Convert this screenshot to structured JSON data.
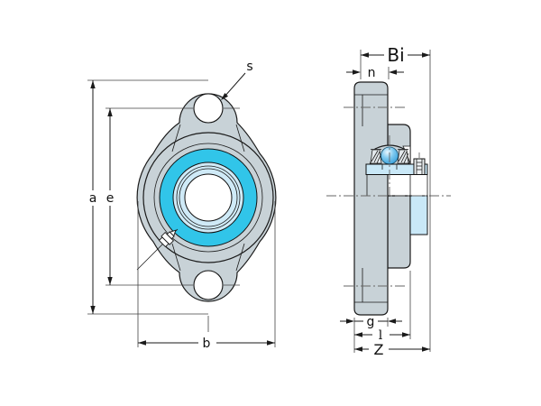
{
  "drawing": {
    "description": "Two-view engineering drawing of an oval flanged bearing unit",
    "front_view": {
      "labels": {
        "s": "s",
        "a": "a",
        "e": "e",
        "b": "b"
      }
    },
    "side_view": {
      "labels": {
        "bi": "Bi",
        "n": "n",
        "g": "g",
        "l": "l",
        "z": "Z"
      }
    },
    "colors": {
      "housing_gray": "#c8d2d7",
      "bearing_cyan": "#31c5e9",
      "bearing_pale_blue": "#cfeaf7",
      "inner_ring_blue": "#c9e8f7",
      "ball_blue": "#2f9ad8",
      "outline": "#1a1a1a",
      "background": "#ffffff"
    }
  }
}
